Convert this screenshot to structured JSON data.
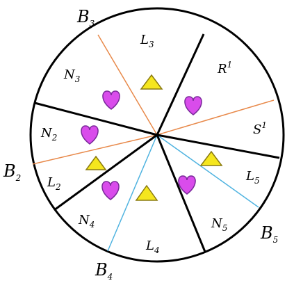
{
  "colors": {
    "outline": "#000000",
    "orange_line": "#E8894A",
    "blue_line": "#4FB3E0",
    "heart_fill": "#D94CEB",
    "heart_stroke": "#7A2A9A",
    "triangle_fill": "#F5E61E",
    "triangle_stroke": "#8A7A10"
  },
  "icons": {
    "heart": "heart-icon",
    "triangle": "triangle-icon"
  },
  "boundary_labels": [
    {
      "id": "b3",
      "base": "B",
      "sub": "3"
    },
    {
      "id": "b2",
      "base": "B",
      "sub": "2"
    },
    {
      "id": "b4",
      "base": "B",
      "sub": "4"
    },
    {
      "id": "b5",
      "base": "B",
      "sub": "5"
    }
  ],
  "region_labels": [
    {
      "id": "l3",
      "base": "L",
      "sub": "3"
    },
    {
      "id": "n3",
      "base": "N",
      "sub": "3"
    },
    {
      "id": "r1",
      "base": "R",
      "sup": "1"
    },
    {
      "id": "s1",
      "base": "S",
      "sup": "1"
    },
    {
      "id": "n2",
      "base": "N",
      "sub": "2"
    },
    {
      "id": "l2",
      "base": "L",
      "sub": "2"
    },
    {
      "id": "n4",
      "base": "N",
      "sub": "4"
    },
    {
      "id": "l4",
      "base": "L",
      "sub": "4"
    },
    {
      "id": "n5",
      "base": "N",
      "sub": "5"
    },
    {
      "id": "l5",
      "base": "L",
      "sub": "5"
    }
  ]
}
